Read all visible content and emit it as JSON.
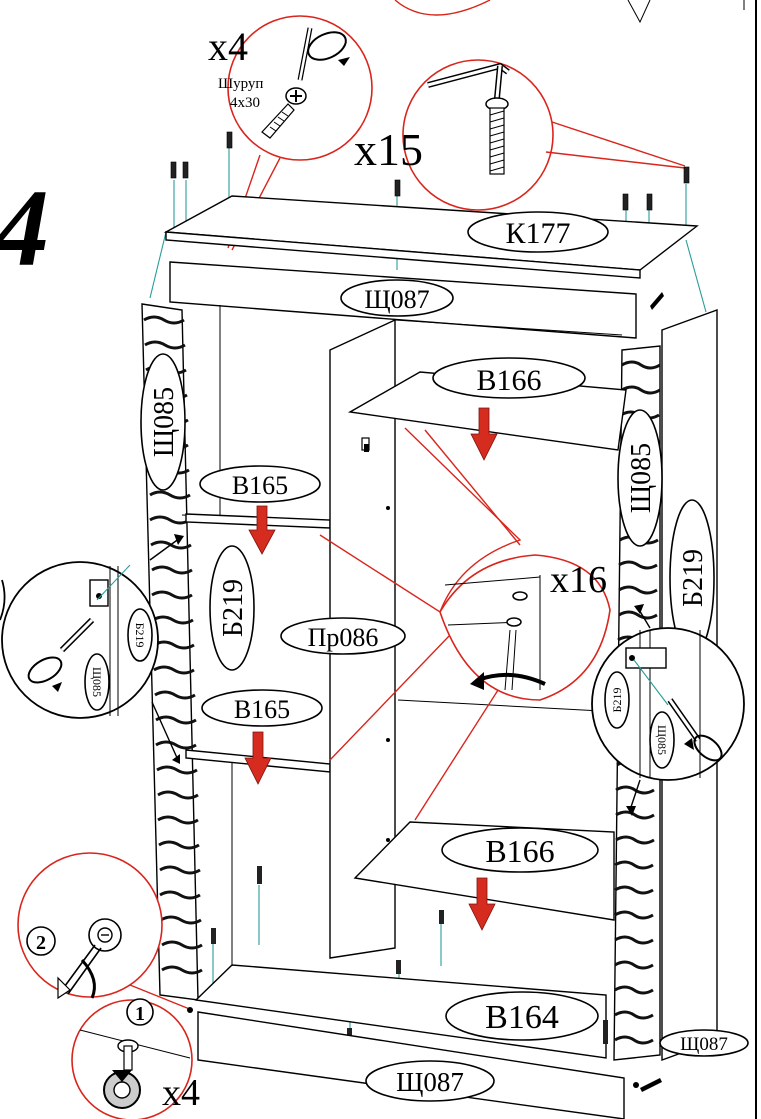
{
  "step": {
    "number": "4"
  },
  "hardware": {
    "screw_qty": "x4",
    "screw_name": "Шуруп",
    "screw_size": "4x30",
    "confirmat_qty": "x15",
    "shelf_pin_qty": "x16",
    "cam_qty": "x4",
    "step_1": "1",
    "step_2": "2"
  },
  "parts": {
    "top": "К177",
    "top_rail": "Щ087",
    "bottom_rail": "Щ087",
    "bottom_rail_side": "Щ087",
    "facade_left": "Щ085",
    "facade_right": "Щ085",
    "side_right": "Б219",
    "side_center": "Б219",
    "shelf_left_upper": "В165",
    "shelf_left_lower": "В165",
    "shelf_right_upper": "В166",
    "shelf_right_lower": "В166",
    "partition": "Пр086",
    "bottom": "В164"
  },
  "detail_left": {
    "side": "Б219",
    "facade": "Щ085"
  },
  "detail_right": {
    "side": "Б219",
    "facade": "Щ085"
  },
  "colors": {
    "callout": "#d9251c",
    "arrow": "#d62b1f",
    "guide": "#2a9d9a"
  }
}
